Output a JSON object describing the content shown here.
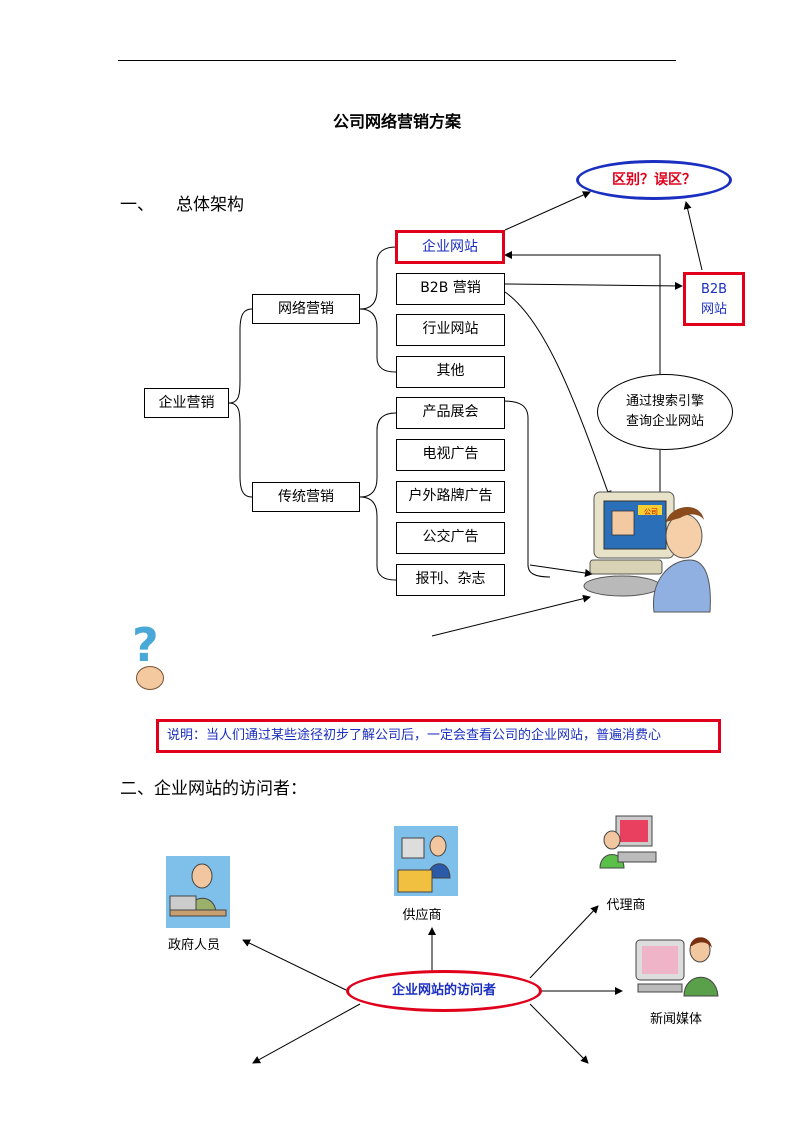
{
  "document": {
    "title": "公司网络营销方案",
    "section1_number": "一、",
    "section1_title": "总体架构",
    "section2_title": "二、企业网站的访问者："
  },
  "architecture": {
    "root": "企业营销",
    "branch_online": "网络营销",
    "branch_traditional": "传统营销",
    "online_items": [
      "企业网站",
      "B2B 营销",
      "行业网站",
      "其他"
    ],
    "traditional_items": [
      "产品展会",
      "电视广告",
      "户外路牌广告",
      "公交广告",
      "报刊、杂志"
    ],
    "b2b_site_line1": "B2B",
    "b2b_site_line2": "网站",
    "question_ellipse": "区别？误区？",
    "search_bubble_line1": "通过搜索引擎",
    "search_bubble_line2": "查询企业网站",
    "computer_screen_text": "公司"
  },
  "note": "说明：当人们通过某些途径初步了解公司后，一定会查看公司的企业网站，普遍消费心",
  "visitors": {
    "center": "企业网站的访问者",
    "government": "政府人员",
    "supplier": "供应商",
    "agent": "代理商",
    "media": "新闻媒体"
  },
  "colors": {
    "accent_red": "#e0001b",
    "accent_blue": "#1a2fbf"
  }
}
